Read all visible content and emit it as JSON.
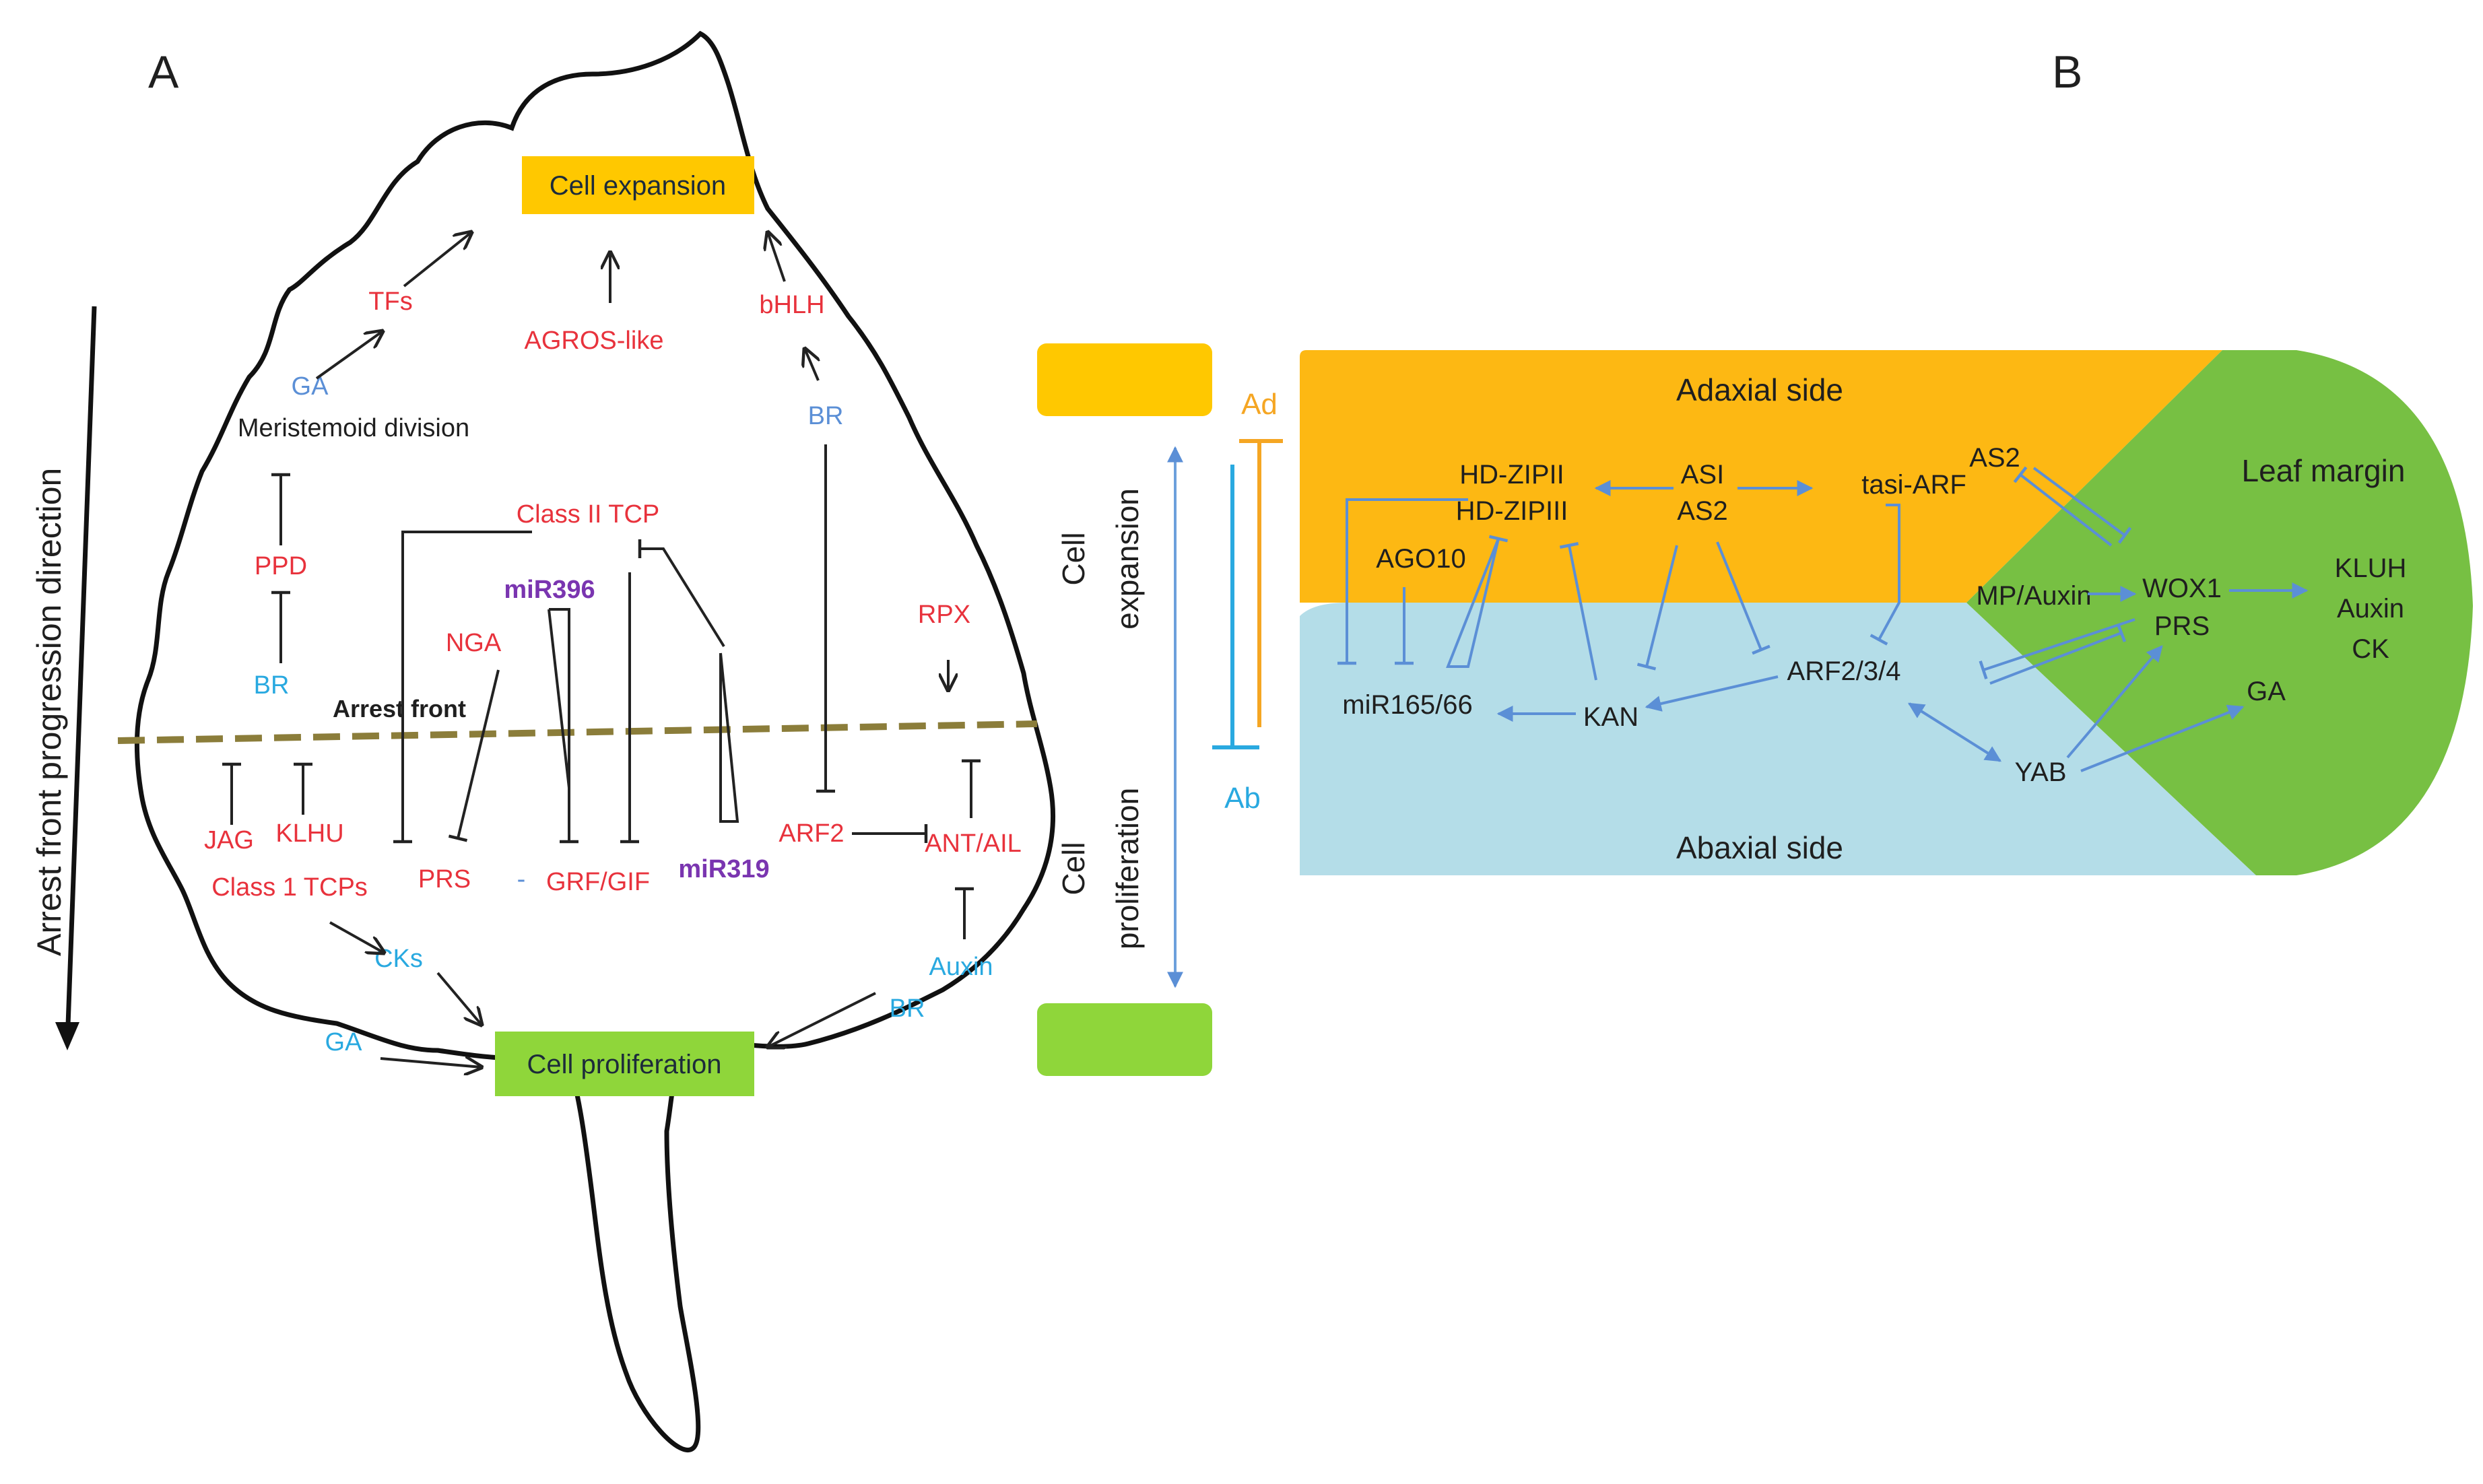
{
  "panel_a": {
    "label": "A",
    "axis_label": "Arrest front  progression direction",
    "expansion_box": "Cell expansion",
    "proliferation_box": "Cell proliferation",
    "arrest_front": "Arrest front",
    "nodes": {
      "tfs": "TFs",
      "agros": "AGROS-like",
      "bhlh": "bHLH",
      "ga_top": "GA",
      "meristemoid": "Meristemoid division",
      "br_top": "BR",
      "class2_tcp": "Class II TCP",
      "ppd": "PPD",
      "mir396": "miR396",
      "nga": "NGA",
      "rpx": "RPX",
      "br_mid": "BR",
      "jag": "JAG",
      "klhu": "KLHU",
      "arf2": "ARF2",
      "ant_ail": "ANT/AIL",
      "prs": "PRS",
      "dash": "-",
      "grf_gif": "GRF/GIF",
      "mir319": "miR319",
      "class1_tcps": "Class 1 TCPs",
      "cks": "CKs",
      "auxin": "Auxin",
      "br_bottom": "BR",
      "ga_bottom": "GA"
    }
  },
  "middle": {
    "ad": "Ad",
    "ab": "Ab",
    "cell_expansion_1": "Cell",
    "cell_expansion_2": "expansion",
    "cell_proliferation_1": "Cell",
    "cell_proliferation_2": "proliferation"
  },
  "panel_b": {
    "label": "B",
    "adaxial": "Adaxial side",
    "abaxial": "Abaxial side",
    "leaf_margin": "Leaf margin",
    "nodes": {
      "hdzip2": "HD-ZIPII",
      "hdzip3": "HD-ZIPIII",
      "asi": "ASI",
      "as2": "AS2",
      "tasi_arf": "tasi-ARF",
      "as2_right": "AS2",
      "ago10": "AGO10",
      "mp_auxin": "MP/Auxin",
      "wox1": "WOX1",
      "prs": "PRS",
      "kluh": "KLUH",
      "auxin": "Auxin",
      "ck": "CK",
      "arf234": "ARF2/3/4",
      "mir165": "miR165/66",
      "kan": "KAN",
      "ga": "GA",
      "yab": "YAB"
    }
  },
  "colors": {
    "adaxial": "#fdb813",
    "abaxial": "#b4dde8",
    "margin": "#77c043",
    "prolif_box": "#8fd63a",
    "expansion_box": "#ffc800",
    "red_text": "#e8323c",
    "blue_text": "#5b8fd6",
    "purple_text": "#7a35b0"
  }
}
